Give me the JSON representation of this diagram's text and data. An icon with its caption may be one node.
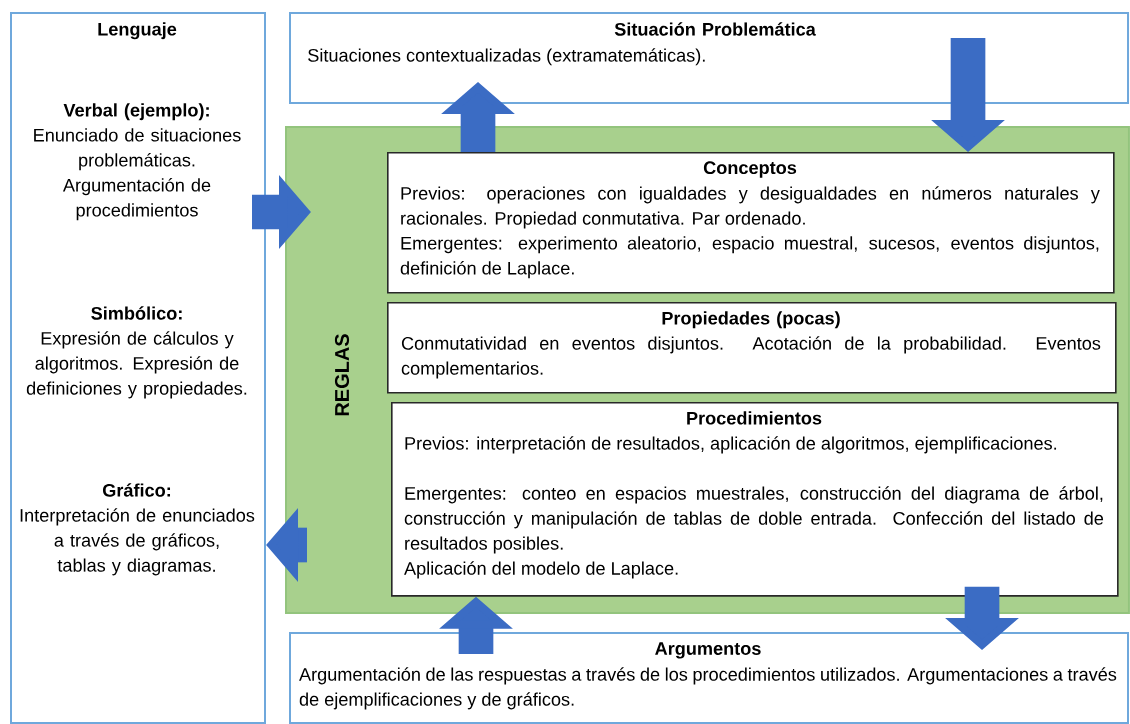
{
  "diagram": {
    "nodes": [
      {
        "text": [
          "Lenguaje",
          "Verbal (ejemplo):",
          "Enunciado de situaciones problemáticas. Argumentación de procedimientos",
          "Simbólico:",
          "Expresión de cálculos y algoritmos. Expresión de definiciones y propiedades.",
          "Gráfico:",
          "Interpretación de enunciados a través de gráficos, tablas y diagramas."
        ]
      },
      {
        "text": [
          "Situación Problemática",
          "Situaciones contextualizadas (extramatemáticas)."
        ]
      },
      {
        "text": [
          "REGLAS"
        ]
      },
      {
        "text": [
          "Conceptos",
          "Previos: operaciones con igualdades y desigualdades en números naturales y racionales. Propiedad conmutativa. Par ordenado.",
          "Emergentes: experimento aleatorio, espacio muestral, sucesos, eventos disjuntos, definición de Laplace."
        ],
        "in": 2
      },
      {
        "text": [
          "Propiedades (pocas)",
          "Conmutatividad en eventos disjuntos. Acotación de la probabilidad. Eventos complementarios."
        ],
        "in": 2
      },
      {
        "text": [
          "Procedimientos",
          "Previos: interpretación de resultados, aplicación de algoritmos, ejemplificaciones.",
          "Emergentes: conteo en espacios muestrales, construcción del diagrama de árbol, construcción y manipulación de tablas de doble entrada. Confección del listado de resultados posibles.",
          "Aplicación del modelo de Laplace."
        ],
        "in": 2
      },
      {
        "text": [
          "Argumentos",
          "Argumentación de las respuestas a través de los procedimientos utilizados. Argumentaciones a través de ejemplificaciones y de gráficos."
        ]
      }
    ],
    "edges": [
      {
        "from": 0,
        "to": 2,
        "arrow": "to"
      },
      {
        "from": 2,
        "to": 0,
        "arrow": "to"
      },
      {
        "from": 3,
        "to": 1,
        "arrow": "to"
      },
      {
        "from": 1,
        "to": 3,
        "arrow": "to"
      },
      {
        "from": 6,
        "to": 5,
        "arrow": "to"
      },
      {
        "from": 5,
        "to": 6,
        "arrow": "to"
      }
    ]
  }
}
